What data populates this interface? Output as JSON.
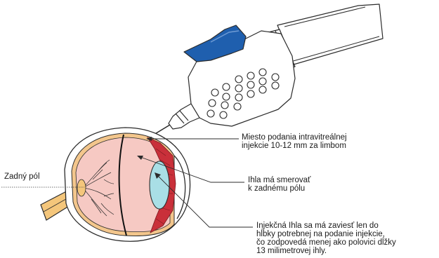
{
  "labels": {
    "posterior_pole": "Zadný pól",
    "injection_site": "Miesto podania intravitreálnej\ninjekcie 10-12 mm za limbom",
    "needle_direction": "Ihla má smerovať\nk zadnému pólu",
    "needle_depth": "Injekčná Ihla sa má zaviesť len do\nhĺbky potrebnej na podanie injekcie,\nčo zodpovedá menej ako polovici dĺžky\n13 milimetrovej ihly."
  },
  "colors": {
    "outline": "#2b2b2b",
    "sclera": "#ffffff",
    "choroid": "#f3c68c",
    "vitreous": "#f6c9c3",
    "ciliary": "#c9303a",
    "lens": "#a9dfe6",
    "optic_nerve": "#f4c67b",
    "syringe_body": "#ffffff",
    "syringe_cap": "#1f5fae"
  },
  "icons": [
    "syringe",
    "eye-cross-section"
  ]
}
